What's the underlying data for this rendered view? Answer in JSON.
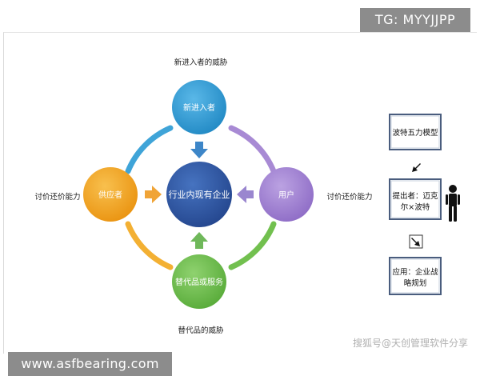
{
  "overlay": {
    "top_right_badge": "TG: MYYJJPP",
    "bottom_left_badge": "www.asfbearing.com",
    "watermark": "搜狐号@天创管理软件分享"
  },
  "diagram": {
    "top_label": "新进入者的威胁",
    "bottom_label": "替代品的威胁",
    "left_label": "讨价还价能力",
    "right_label": "讨价还价能力",
    "nodes": {
      "top": "新进入者",
      "left": "供应者",
      "center": "行业内现有企业",
      "right": "用户",
      "bottom": "替代品或服务"
    },
    "colors": {
      "top": "#2e9bd4",
      "left": "#f3a51f",
      "center": "#2f5aa8",
      "right": "#a07fd1",
      "bottom": "#6bbe4b",
      "arrow_top": "#3d86c8",
      "arrow_left": "#f0a437",
      "arrow_right": "#9a86cf",
      "arrow_bottom": "#6fb85a"
    }
  },
  "sidebar": {
    "box1": "波特五力模型",
    "box2_line1": "提出者：迈克",
    "box2_line2": "尔×波特",
    "box3_line1": "应用：企业战",
    "box3_line2": "略规划"
  }
}
